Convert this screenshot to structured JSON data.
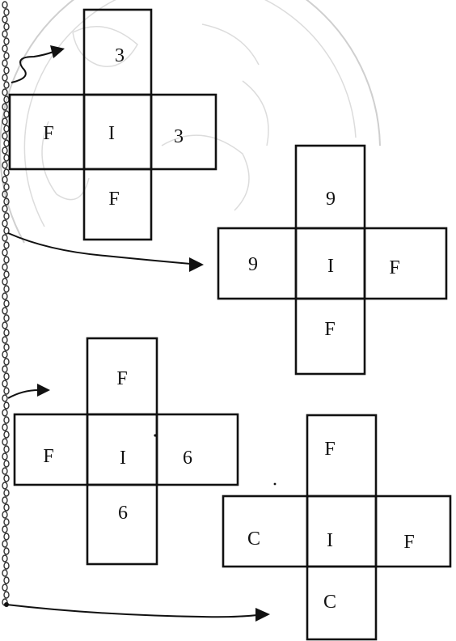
{
  "nets": [
    {
      "top": "3",
      "left": "F",
      "center": "I",
      "right": "3",
      "bottom": "F"
    },
    {
      "top": "9",
      "left": "9",
      "center": "I",
      "right": "F",
      "bottom": "F"
    },
    {
      "top": "F",
      "left": "F",
      "center": "I",
      "right": "6",
      "bottom": "6"
    },
    {
      "top": "F",
      "left": "C",
      "center": "I",
      "right": "F",
      "bottom": "C"
    }
  ],
  "colors": {
    "ink": "#111111",
    "watermark": "#cfcfcf",
    "background": "#ffffff"
  }
}
